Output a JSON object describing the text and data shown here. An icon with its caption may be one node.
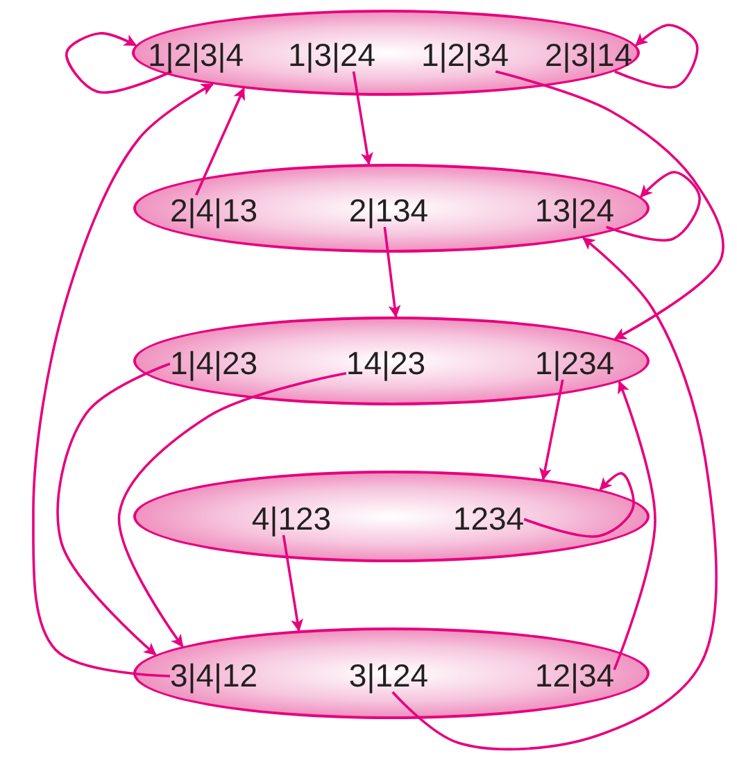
{
  "diagram": {
    "nodes": [
      {
        "text": [],
        "shape": "ellipse"
      },
      {
        "text": [
          "1|2|3|4"
        ],
        "in": 0
      },
      {
        "text": [
          "1|3|24"
        ],
        "in": 0
      },
      {
        "text": [
          "1|2|34"
        ],
        "in": 0
      },
      {
        "text": [
          "2|3|14"
        ],
        "in": 0
      },
      {
        "text": [],
        "shape": "ellipse"
      },
      {
        "text": [
          "2|4|13"
        ],
        "in": 5
      },
      {
        "text": [
          "2|134"
        ],
        "in": 5
      },
      {
        "text": [
          "13|24"
        ],
        "in": 5
      },
      {
        "text": [],
        "shape": "ellipse"
      },
      {
        "text": [
          "1|4|23"
        ],
        "in": 9
      },
      {
        "text": [
          "14|23"
        ],
        "in": 9
      },
      {
        "text": [
          "1|234"
        ],
        "in": 9
      },
      {
        "text": [],
        "shape": "ellipse"
      },
      {
        "text": [
          "4|123"
        ],
        "in": 13
      },
      {
        "text": [
          "1234"
        ],
        "in": 13
      },
      {
        "text": [],
        "shape": "ellipse"
      },
      {
        "text": [
          "3|4|12"
        ],
        "in": 16
      },
      {
        "text": [
          "3|124"
        ],
        "in": 16
      },
      {
        "text": [
          "12|34"
        ],
        "in": 16
      }
    ],
    "edges": [
      {
        "from": 1,
        "to": 0,
        "arrow": "to"
      },
      {
        "from": 4,
        "to": 0,
        "arrow": "to"
      },
      {
        "from": 2,
        "to": 5,
        "arrow": "to"
      },
      {
        "from": 3,
        "to": 9,
        "arrow": "to"
      },
      {
        "from": 6,
        "to": 0,
        "arrow": "to"
      },
      {
        "from": 7,
        "to": 9,
        "arrow": "to"
      },
      {
        "from": 8,
        "to": 5,
        "arrow": "to"
      },
      {
        "from": 10,
        "to": 16,
        "arrow": "to"
      },
      {
        "from": 11,
        "to": 16,
        "arrow": "to"
      },
      {
        "from": 12,
        "to": 13,
        "arrow": "to"
      },
      {
        "from": 15,
        "to": 13,
        "arrow": "to"
      },
      {
        "from": 14,
        "to": 16,
        "arrow": "to"
      },
      {
        "from": 17,
        "to": 0,
        "arrow": "to"
      },
      {
        "from": 18,
        "to": 5,
        "arrow": "to"
      },
      {
        "from": 19,
        "to": 9,
        "arrow": "to"
      }
    ]
  }
}
